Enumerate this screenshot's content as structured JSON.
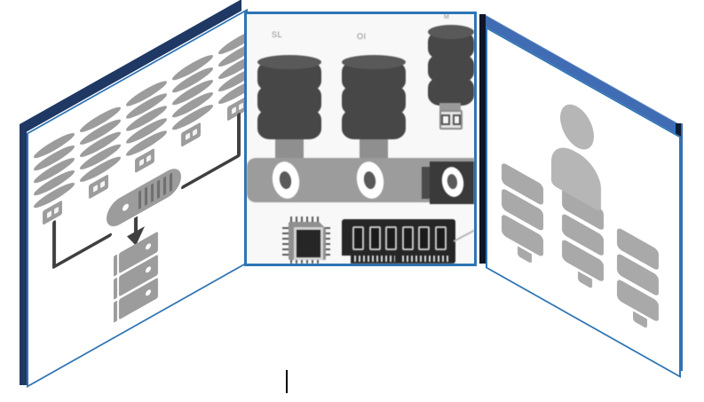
{
  "figure": {
    "description": "three-fold storage illustration",
    "background": "#ffffff"
  },
  "colors": {
    "panel_border": "#2e74b5",
    "edge_dark": "#1f3864",
    "band_blue": "#3f6cb3",
    "icon_gray": "#9c9c9c",
    "stack_gray": "#a9a9a9",
    "person_gray": "#b6b6b6",
    "line_dark": "#3f3f3f",
    "conveyor_gray": "#9c9c9c",
    "caret": "#000000"
  },
  "left_panel": {
    "database_icons": 5,
    "platters_per_icon": 5,
    "hub_stripes": 6,
    "server_units": 3
  },
  "middle_panel": {
    "labels": {
      "cylinder1": "SL",
      "cylinder2": "OI",
      "corner": "M"
    },
    "cylinder_segments": 3,
    "ram_chips": 6
  },
  "right_panel": {
    "drive_stacks": 3,
    "slabs_per_stack": 3
  }
}
